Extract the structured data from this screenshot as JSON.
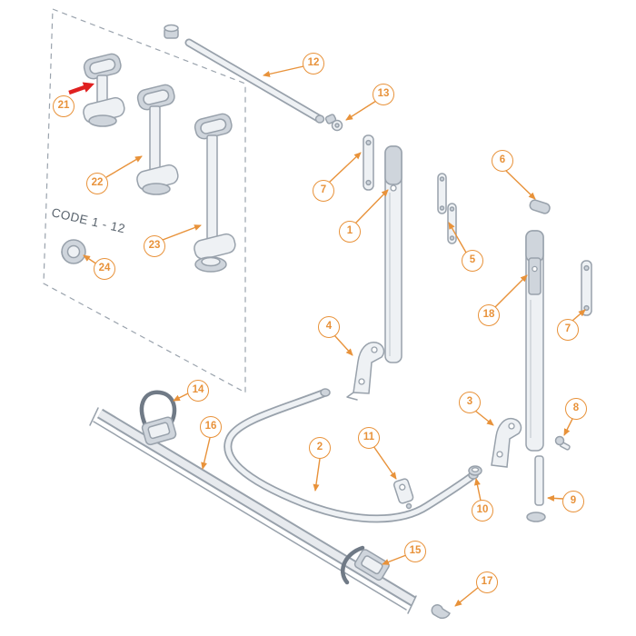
{
  "diagram": {
    "code_label": "CODE 1 - 12",
    "colors": {
      "callout_orange": "#E8923A",
      "drawing_gray": "#98A1AB",
      "arrow_red": "#E02020"
    },
    "callouts": [
      {
        "number": "12"
      },
      {
        "number": "13"
      },
      {
        "number": "21"
      },
      {
        "number": "22"
      },
      {
        "number": "7"
      },
      {
        "number": "1"
      },
      {
        "number": "6"
      },
      {
        "number": "23"
      },
      {
        "number": "24"
      },
      {
        "number": "5"
      },
      {
        "number": "18"
      },
      {
        "number": "7"
      },
      {
        "number": "4"
      },
      {
        "number": "14"
      },
      {
        "number": "3"
      },
      {
        "number": "8"
      },
      {
        "number": "16"
      },
      {
        "number": "11"
      },
      {
        "number": "2"
      },
      {
        "number": "10"
      },
      {
        "number": "9"
      },
      {
        "number": "15"
      },
      {
        "number": "17"
      }
    ]
  }
}
